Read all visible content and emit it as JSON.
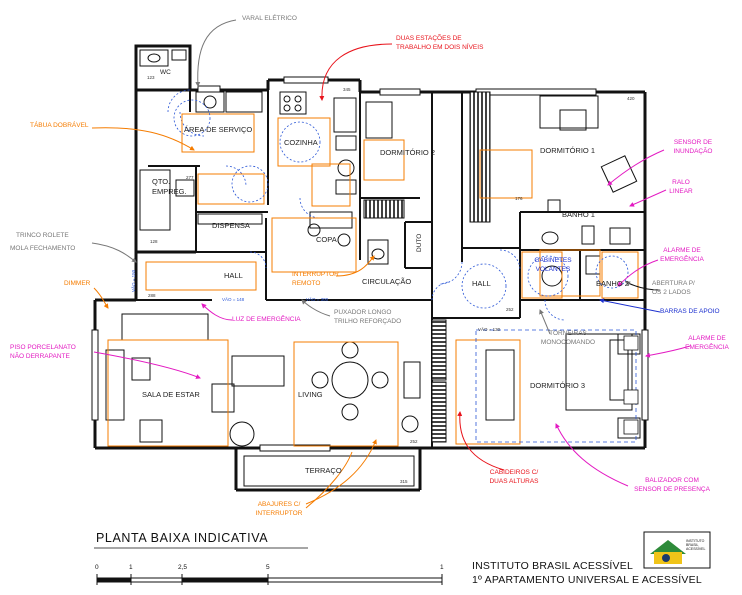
{
  "rooms": {
    "wc": "WC",
    "area_servico": "ÁREA DE SERVIÇO",
    "cozinha": "COZINHA",
    "dormitorio2": "DORMITÓRIO 2",
    "dormitorio1": "DORMITÓRIO 1",
    "qto_empreg_1": "QTO.",
    "qto_empreg_2": "EMPREG.",
    "dispensa": "DISPENSA",
    "copa": "COPA",
    "duto": "DUTO",
    "banho1": "BANHO 1",
    "hall1": "HALL",
    "circulacao": "CIRCULAÇÃO",
    "hall2": "HALL",
    "banho2": "BANHO 2",
    "sala_de_estar": "SALA DE ESTAR",
    "living": "LIVING",
    "dormitorio3": "DORMITÓRIO 3",
    "terraco": "TERRAÇO"
  },
  "annotations": {
    "varal": "VARAL ELÉTRICO",
    "duas_estacoes_1": "DUAS ESTAÇÕES DE",
    "duas_estacoes_2": "TRABALHO EM DOIS NÍVEIS",
    "tabua": "TÁBUA DOBRÁVEL",
    "sensor_1": "SENSOR DE",
    "sensor_2": "INUNDAÇÃO",
    "ralo_1": "RALO",
    "ralo_2": "LINEAR",
    "trinco": "TRINCO ROLETE",
    "mola": "MOLA FECHAMENTO",
    "alarme1_1": "ALARME DE",
    "alarme1_2": "EMERGÊNCIA",
    "gabinetes_1": "GABINETES",
    "gabinetes_2": "VOLANTES",
    "interruptor_1": "INTERRUPTOR",
    "interruptor_2": "REMOTO",
    "dimmer": "DIMMER",
    "abertura_1": "ABERTURA P/",
    "abertura_2": "OS 2 LADOS",
    "barras": "BARRAS DE APOIO",
    "luz": "LUZ DE EMERGÊNCIA",
    "puxador_1": "PUXADOR LONGO",
    "puxador_2": "TRILHO REFORÇADO",
    "torneiras_1": "TORNEIRAS",
    "torneiras_2": "MONOCOMANDO",
    "piso_1": "PISO PORCELANATO",
    "piso_2": "NÃO DERRAPANTE",
    "alarme2_1": "ALARME DE",
    "alarme2_2": "EMERGÊNCIA",
    "cabideiros_1": "CABIDEIROS C/",
    "cabideiros_2": "DUAS ALTURAS",
    "balizador_1": "BALIZADOR COM",
    "balizador_2": "SENSOR DE PRESENÇA",
    "abajures_1": "ABAJURES C/",
    "abajures_2": "INTERRUPTOR"
  },
  "dimensions": {
    "d123": "123",
    "d345": "345",
    "d420": "420",
    "d176": "176",
    "d277": "277",
    "d128": "128",
    "d288": "288",
    "d252a": "252",
    "d252b": "252",
    "d315": "315",
    "vao_hall": "VÃO = 148",
    "vao_living": "VÃO = 300",
    "vao_dorm": "VÃO = 130",
    "vao_side": "VÃO = 150"
  },
  "title": "PLANTA BAIXA INDICATIVA",
  "scale_labels": [
    "0",
    "1",
    "2,5",
    "5",
    "1"
  ],
  "institute_line1": "INSTITUTO BRASIL ACESSÍVEL",
  "institute_line2": "1º APARTAMENTO UNIVERSAL E ACESSÍVEL",
  "logo_text": "INSTITUTO BRASIL ACESSÍVEL",
  "colors": {
    "wall": "#111111",
    "red_annotation": "#e8131b",
    "orange_annotation": "#f57c00",
    "pink_annotation": "#e31ac2",
    "blue_annotation": "#1b2fcf",
    "gray_annotation": "#777777",
    "logo_green": "#2e8b3a"
  }
}
